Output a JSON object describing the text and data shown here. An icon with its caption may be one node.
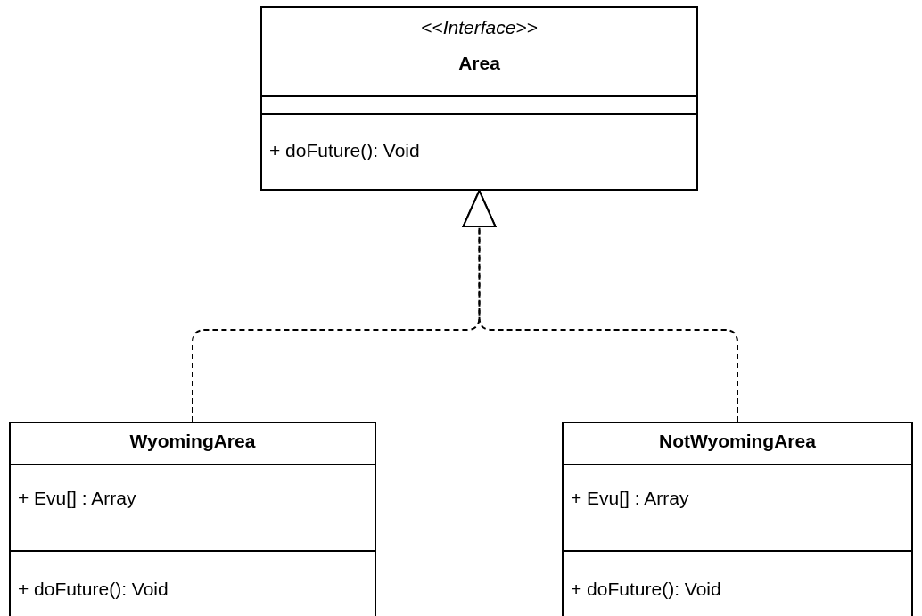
{
  "diagram": {
    "nodes": [
      {
        "text": [
          "<<Interface>>",
          "Area",
          "+ doFuture(): Void"
        ]
      },
      {
        "text": [
          "WyomingArea",
          "+ Evu[] : Array",
          "+ doFuture(): Void"
        ]
      },
      {
        "text": [
          "NotWyomingArea",
          "+ Evu[] : Array",
          "+ doFuture(): Void"
        ]
      }
    ],
    "edges": [
      {
        "from": 1,
        "to": 0,
        "arrow": "to",
        "style": "dashed"
      },
      {
        "from": 2,
        "to": 0,
        "arrow": "to",
        "style": "dashed"
      }
    ]
  }
}
